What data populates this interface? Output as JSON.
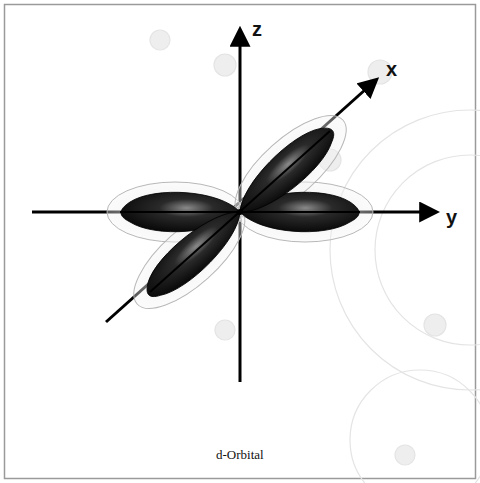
{
  "diagram": {
    "caption": "d-Orbital",
    "labels": [
      "z",
      "x",
      "y"
    ]
  }
}
